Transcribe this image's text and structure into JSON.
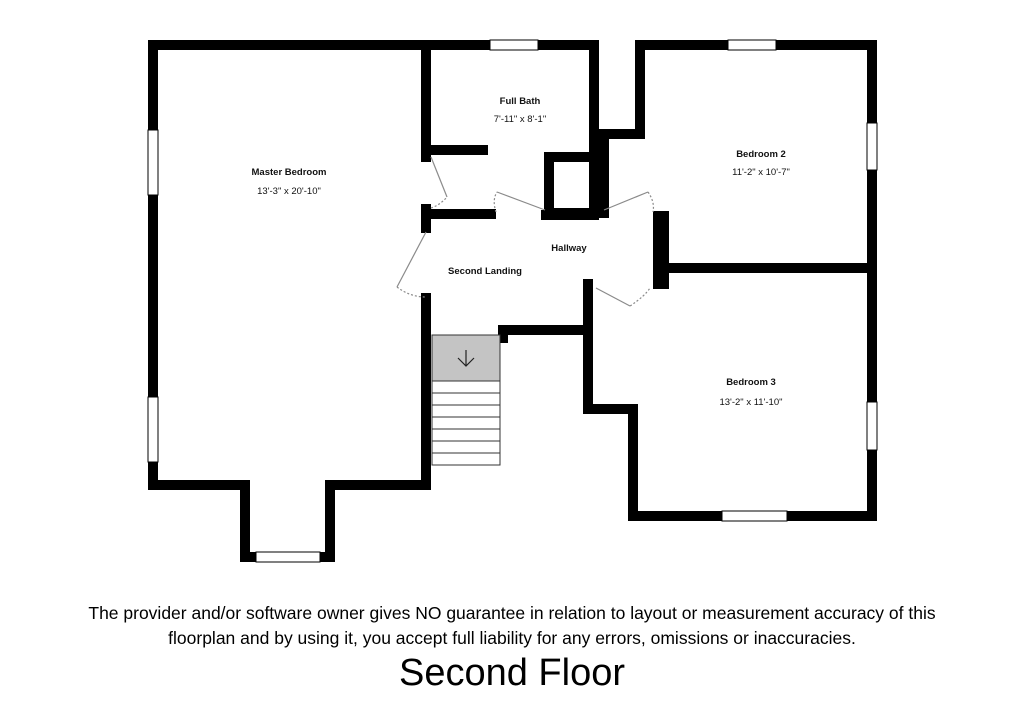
{
  "rooms": {
    "master_bedroom": {
      "name": "Master Bedroom",
      "dimensions": "13'-3\" x 20'-10\""
    },
    "full_bath": {
      "name": "Full Bath",
      "dimensions": "7'-11\" x 8'-1\""
    },
    "bedroom_2": {
      "name": "Bedroom 2",
      "dimensions": "11'-2\" x 10'-7\""
    },
    "bedroom_3": {
      "name": "Bedroom 3",
      "dimensions": "13'-2\" x 11'-10\""
    },
    "second_landing": {
      "name": "Second Landing"
    },
    "hallway": {
      "name": "Hallway"
    }
  },
  "disclaimer": {
    "line1": "The provider and/or software owner gives NO guarantee in relation to layout or measurement accuracy of this",
    "line2": "floorplan and by using it, you accept full liability for any errors, omissions or inaccuracies."
  },
  "floor_title": "Second Floor",
  "colors": {
    "wall": "#000000",
    "stair_fill": "#c4c4c4",
    "door_swing": "#8a8a8a"
  }
}
